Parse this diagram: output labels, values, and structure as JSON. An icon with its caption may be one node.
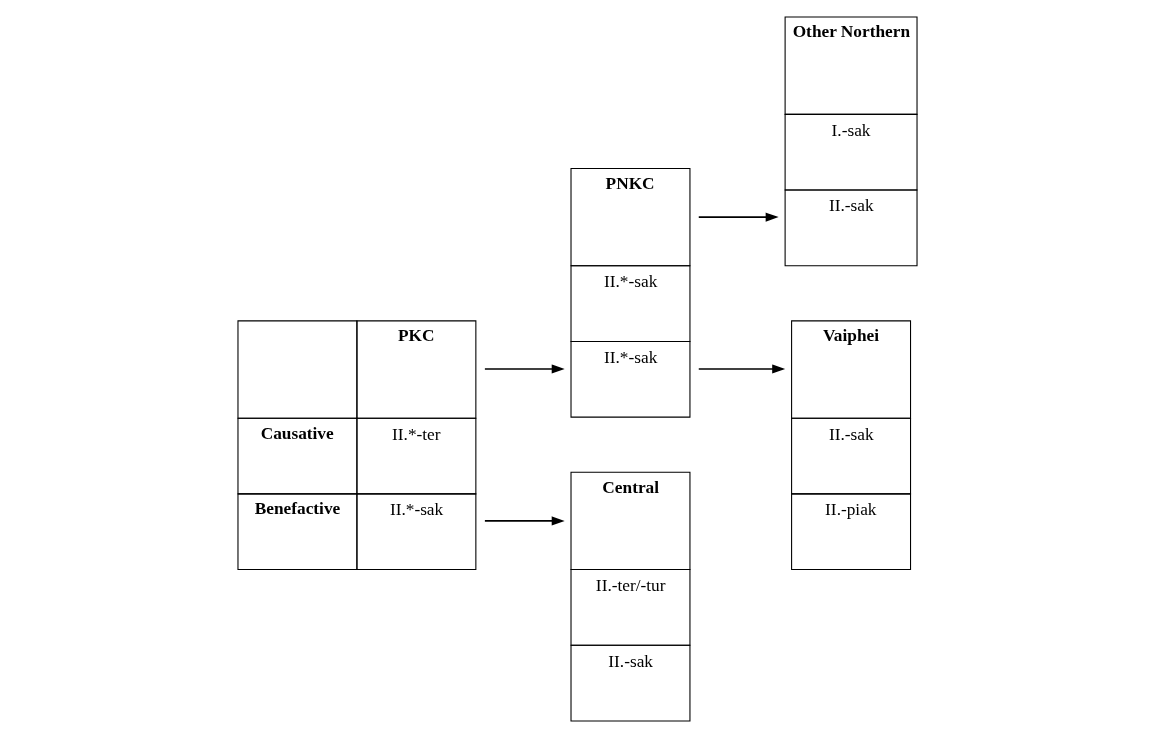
{
  "diagram": {
    "nodes": [
      {
        "text": [
          "PKC",
          "Causative",
          "II.*-ter",
          "Benefactive",
          "II.*-sak"
        ]
      },
      {
        "text": [
          "PNKC",
          "II.*-sak",
          "II.*-sak"
        ]
      },
      {
        "text": [
          "Other Northern",
          "I.-sak",
          "II.-sak"
        ]
      },
      {
        "text": [
          "Central",
          "II.-ter/-tur",
          "II.-sak"
        ]
      },
      {
        "text": [
          "Vaiphei",
          "II.-sak",
          "II.-piak"
        ]
      }
    ],
    "edges": [
      {
        "from": 0,
        "to": 1,
        "arrow": "to"
      },
      {
        "from": 0,
        "to": 3,
        "arrow": "to"
      },
      {
        "from": 1,
        "to": 2,
        "arrow": "to"
      },
      {
        "from": 1,
        "to": 4,
        "arrow": "to"
      }
    ]
  }
}
